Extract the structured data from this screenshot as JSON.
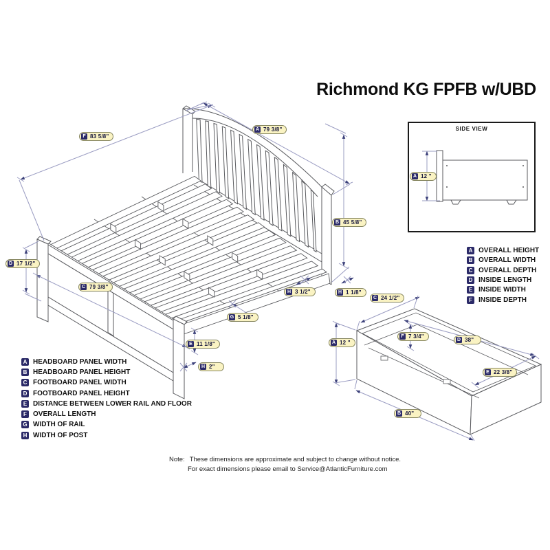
{
  "title": "Richmond KG FPFB w/UBD",
  "side_view_title": "SIDE VIEW",
  "legend_left": {
    "items": [
      {
        "letter": "A",
        "label": "HEADBOARD PANEL WIDTH"
      },
      {
        "letter": "B",
        "label": "HEADBOARD PANEL HEIGHT"
      },
      {
        "letter": "C",
        "label": "FOOTBOARD PANEL WIDTH"
      },
      {
        "letter": "D",
        "label": "FOOTBOARD PANEL HEIGHT"
      },
      {
        "letter": "E",
        "label": "DISTANCE BETWEEN LOWER RAIL AND FLOOR"
      },
      {
        "letter": "F",
        "label": "OVERALL LENGTH"
      },
      {
        "letter": "G",
        "label": "WIDTH OF RAIL"
      },
      {
        "letter": "H",
        "label": "WIDTH OF POST"
      }
    ]
  },
  "legend_right": {
    "items": [
      {
        "letter": "A",
        "label": "OVERALL HEIGHT"
      },
      {
        "letter": "B",
        "label": "OVERALL WIDTH"
      },
      {
        "letter": "C",
        "label": "OVERALL DEPTH"
      },
      {
        "letter": "D",
        "label": "INSIDE LENGTH"
      },
      {
        "letter": "E",
        "label": "INSIDE WIDTH"
      },
      {
        "letter": "F",
        "label": "INSIDE DEPTH"
      }
    ]
  },
  "dims_bed": [
    {
      "letter": "F",
      "value": "83 5/8\""
    },
    {
      "letter": "A",
      "value": "79 3/8\""
    },
    {
      "letter": "B",
      "value": "45 5/8\""
    },
    {
      "letter": "D",
      "value": "17 1/2\""
    },
    {
      "letter": "C",
      "value": "79 3/8\""
    },
    {
      "letter": "H",
      "value": "3 1/2\""
    },
    {
      "letter": "H",
      "value": "1 1/8\""
    },
    {
      "letter": "G",
      "value": "5 1/8\""
    },
    {
      "letter": "E",
      "value": "11 1/8\""
    },
    {
      "letter": "H",
      "value": "2\""
    }
  ],
  "dim_side_view": {
    "letter": "A",
    "value": "12 \""
  },
  "dims_drawer": [
    {
      "letter": "C",
      "value": "24 1/2\""
    },
    {
      "letter": "A",
      "value": "12 \""
    },
    {
      "letter": "F",
      "value": "7 3/4\""
    },
    {
      "letter": "D",
      "value": "38\""
    },
    {
      "letter": "E",
      "value": "22 3/8\""
    },
    {
      "letter": "B",
      "value": "40\""
    }
  ],
  "note": {
    "prefix": "Note:",
    "line1": "These dimensions are approximate and subject to change without notice.",
    "line2": "For exact dimensions please email to Service@AtlanticFurniture.com"
  },
  "colors": {
    "accent_navy": "#2b2a68",
    "pill_fill": "#faf3c3",
    "dim_line": "#9a9cc2",
    "art_line": "#595a5e"
  }
}
